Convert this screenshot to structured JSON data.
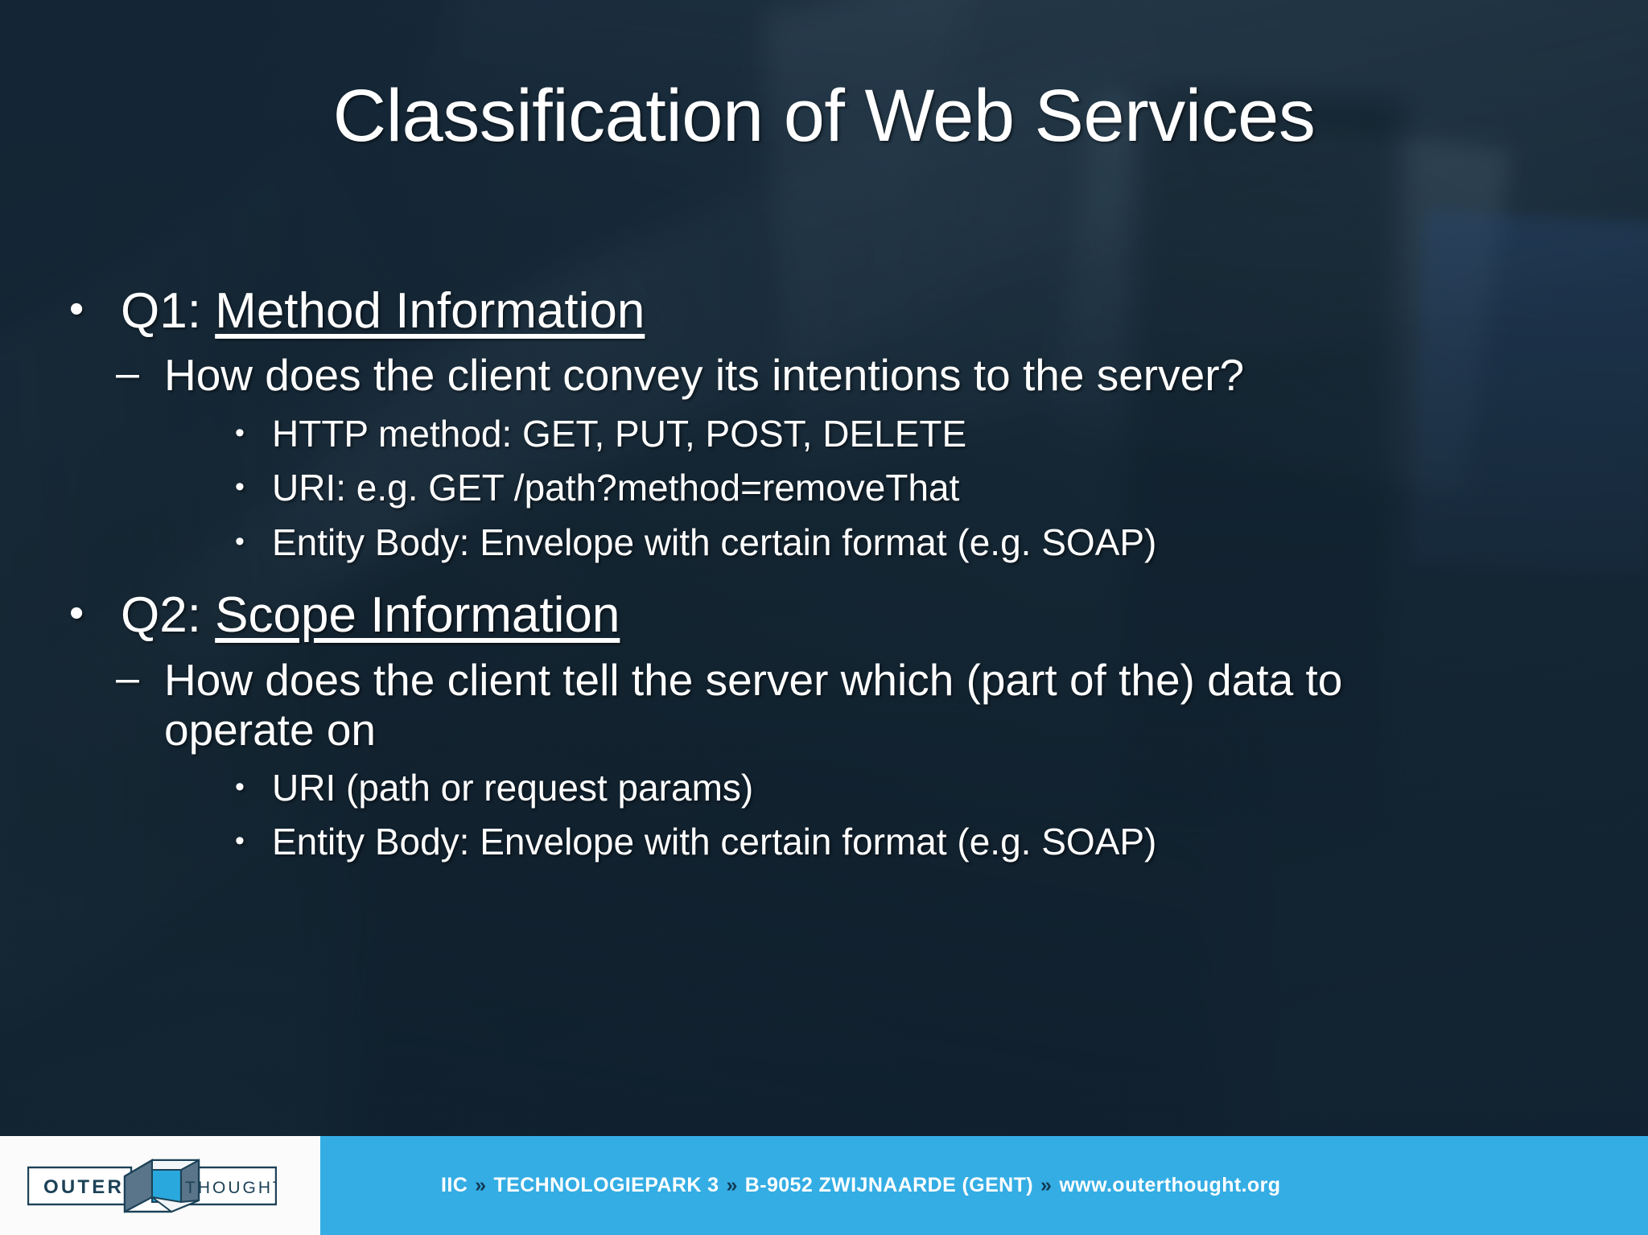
{
  "slide": {
    "title": "Classification of Web Services",
    "bullets": [
      {
        "level": 1,
        "marker": "•",
        "prefix": "Q1: ",
        "underlined": "Method Information"
      },
      {
        "level": 2,
        "marker": "–",
        "text": "How does the client convey its intentions to the server?"
      },
      {
        "level": 3,
        "marker": "•",
        "text": "HTTP method: GET, PUT, POST, DELETE"
      },
      {
        "level": 3,
        "marker": "•",
        "text": "URI: e.g.  GET /path?method=removeThat"
      },
      {
        "level": 3,
        "marker": "•",
        "text": "Entity Body: Envelope with certain format (e.g. SOAP)"
      },
      {
        "level": 1,
        "marker": "•",
        "prefix": "Q2: ",
        "underlined": "Scope Information"
      },
      {
        "level": 2,
        "marker": "–",
        "text": "How does the client tell the server which (part of the) data to operate on"
      },
      {
        "level": 3,
        "marker": "•",
        "text": "URI (path or request params)"
      },
      {
        "level": 3,
        "marker": "•",
        "text": "Entity Body: Envelope with certain format (e.g. SOAP)"
      }
    ]
  },
  "footer": {
    "logo": {
      "left_word": "OUTER",
      "right_word": "THOUGHT"
    },
    "items": [
      "IIC",
      "TECHNOLOGIEPARK 3",
      "B-9052 ZWIJNAARDE (GENT)",
      "www.outerthought.org"
    ],
    "separator": "»"
  },
  "colors": {
    "slide_background": "#16293a",
    "footer_bar": "#34ade4",
    "footer_logo_pane": "#fbfbfb",
    "logo_ink": "#1c4257",
    "logo_accent": "#29a8dd",
    "text": "#ffffff",
    "separator": "#123a52"
  }
}
